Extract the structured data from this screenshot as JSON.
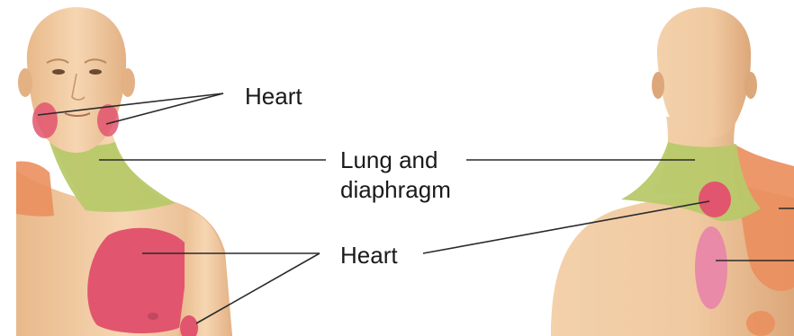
{
  "diagram": {
    "labels": {
      "heart_face": "Heart",
      "lung_line1": "Lung and",
      "lung_line2": "diaphragm",
      "heart_chest": "Heart"
    },
    "colors": {
      "background": "#ffffff",
      "skin": "#f0c9a0",
      "skin_shadow": "#d9a878",
      "lung_diaphragm_zone": "#b8c96a",
      "heart_zone": "#e2556e",
      "heart_zone_light": "#e88aa8",
      "other_referred_zone": "#ea8f5e",
      "leader_line": "#2a2a2a"
    },
    "regions": [
      {
        "name": "heart-zone-jaw-left",
        "color_key": "heart_zone"
      },
      {
        "name": "heart-zone-jaw-right",
        "color_key": "heart_zone"
      },
      {
        "name": "lung-diaphragm-zone-neck-front",
        "color_key": "lung_diaphragm_zone"
      },
      {
        "name": "heart-zone-chest",
        "color_key": "heart_zone"
      },
      {
        "name": "heart-zone-arm",
        "color_key": "heart_zone"
      },
      {
        "name": "lung-diaphragm-zone-neck-back",
        "color_key": "lung_diaphragm_zone"
      },
      {
        "name": "heart-zone-back",
        "color_key": "heart_zone"
      },
      {
        "name": "zone-back-lower",
        "color_key": "heart_zone_light"
      },
      {
        "name": "zone-back-shoulder",
        "color_key": "other_referred_zone"
      }
    ]
  }
}
